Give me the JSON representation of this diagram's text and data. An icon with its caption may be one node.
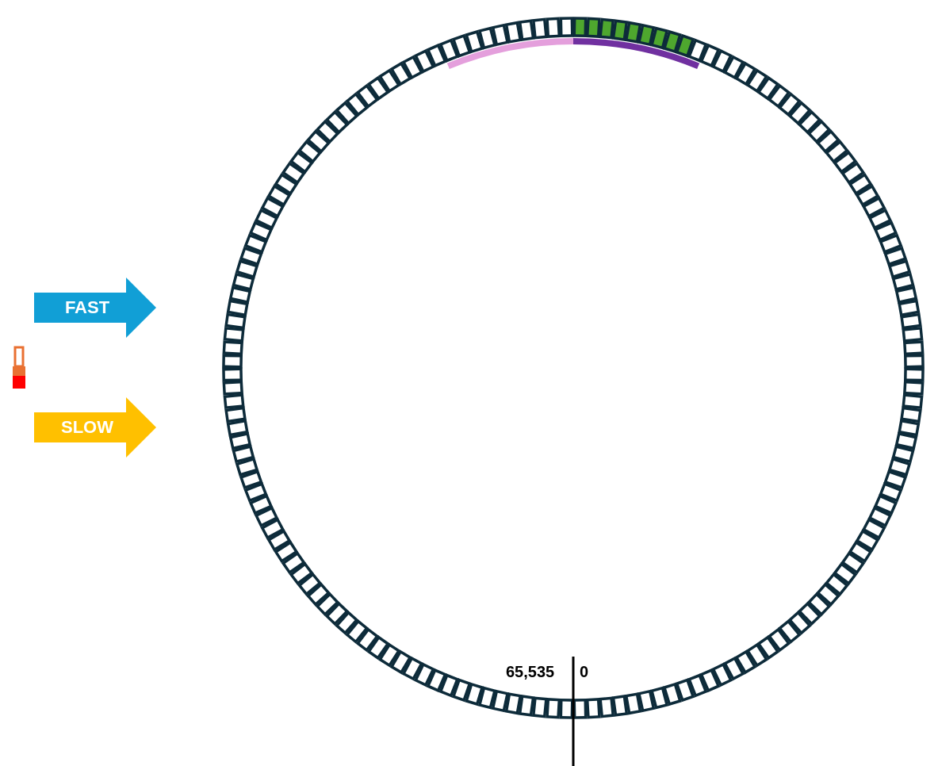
{
  "diagram": {
    "nodes": [
      {
        "text": [
          "FAST"
        ]
      },
      {
        "text": [
          "SLOW"
        ]
      }
    ],
    "labels": [
      "65,535",
      "0"
    ]
  }
}
